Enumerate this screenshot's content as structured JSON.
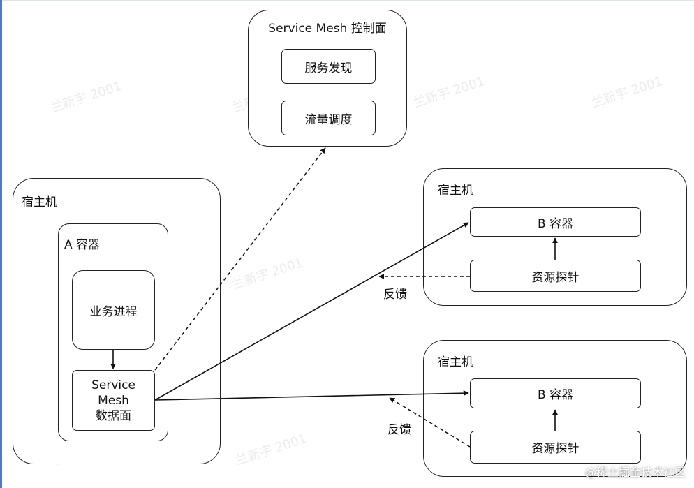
{
  "control_plane": {
    "title": "Service Mesh 控制面",
    "items": [
      "服务发现",
      "流量调度"
    ]
  },
  "left_host": {
    "title": "宿主机",
    "container_title": "A 容器",
    "business_process": "业务进程",
    "data_plane_lines": [
      "Service",
      "Mesh",
      "数据面"
    ]
  },
  "right_hosts": [
    {
      "title": "宿主机",
      "container": "B 容器",
      "probe": "资源探针",
      "feedback": "反馈"
    },
    {
      "title": "宿主机",
      "container": "B 容器",
      "probe": "资源探针",
      "feedback": "反馈"
    }
  ],
  "watermarks": {
    "repeated": "兰新宇 2001",
    "corner": "@稀土掘金技术社区"
  }
}
